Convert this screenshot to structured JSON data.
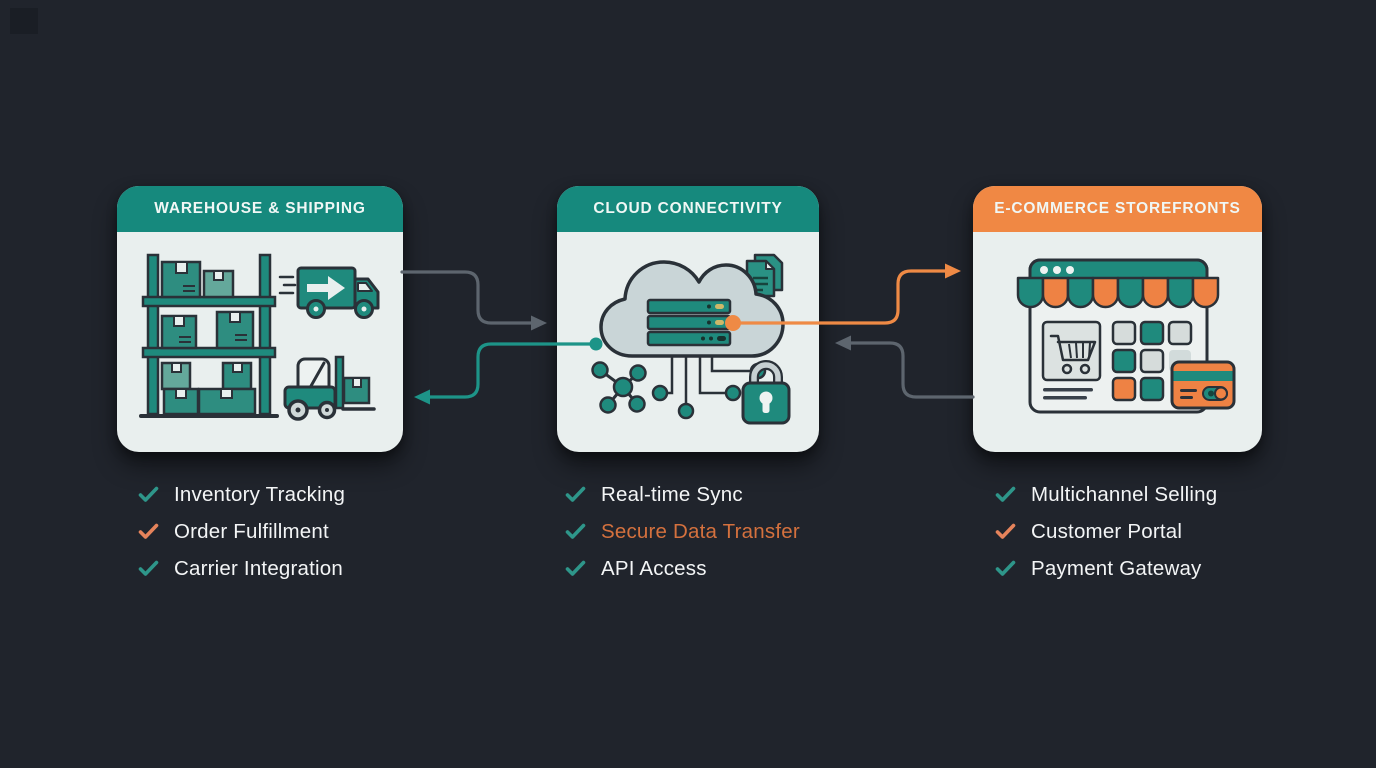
{
  "page": {
    "background": "#20242c"
  },
  "palette": {
    "teal": "#1f8a7d",
    "teal_header": "#16897d",
    "orange_header": "#f08844",
    "card_body": "#e9efee",
    "outline": "#2a3138",
    "text_light": "#f3f5f6",
    "connector_gray": "#5d656e",
    "connector_teal": "#1d9488",
    "connector_orange": "#ef8a45"
  },
  "cards": [
    {
      "title": "WAREHOUSE & SHIPPING",
      "header_color": "#16897d",
      "icons": [
        "warehouse-shelf",
        "delivery-truck",
        "forklift"
      ],
      "features": [
        {
          "label": "Inventory Tracking",
          "check_color": "#2e968a",
          "text_color": "#f3f5f6"
        },
        {
          "label": "Order Fulfillment",
          "check_color": "#e5835b",
          "text_color": "#f3f5f6"
        },
        {
          "label": "Carrier Integration",
          "check_color": "#2e968a",
          "text_color": "#f3f5f6"
        }
      ]
    },
    {
      "title": "CLOUD CONNECTIVITY",
      "header_color": "#16897d",
      "icons": [
        "cloud",
        "server-stack",
        "documents",
        "network-nodes",
        "circuit-traces",
        "padlock"
      ],
      "features": [
        {
          "label": "Real-time Sync",
          "check_color": "#2e968a",
          "text_color": "#f3f5f6"
        },
        {
          "label": "Secure Data Transfer",
          "check_color": "#2e968a",
          "text_color": "#d4713e"
        },
        {
          "label": "API Access",
          "check_color": "#2e968a",
          "text_color": "#f3f5f6"
        }
      ]
    },
    {
      "title": "E-COMMERCE STOREFRONTS",
      "header_color": "#f08844",
      "icons": [
        "storefront-browser",
        "awning",
        "shopping-cart",
        "product-grid",
        "credit-card"
      ],
      "features": [
        {
          "label": "Multichannel Selling",
          "check_color": "#2e968a",
          "text_color": "#f3f5f6"
        },
        {
          "label": "Customer Portal",
          "check_color": "#e5835b",
          "text_color": "#f3f5f6"
        },
        {
          "label": "Payment Gateway",
          "check_color": "#2e968a",
          "text_color": "#f3f5f6"
        }
      ]
    }
  ],
  "connectors": [
    {
      "from": "warehouse-shipping",
      "to": "cloud-connectivity",
      "color": "#5d656e",
      "direction": "right"
    },
    {
      "from": "cloud-connectivity",
      "to": "warehouse-shipping",
      "color": "#1d9488",
      "direction": "left"
    },
    {
      "from": "cloud-connectivity",
      "to": "e-commerce-storefronts",
      "color": "#ef8a45",
      "direction": "right"
    },
    {
      "from": "e-commerce-storefronts",
      "to": "cloud-connectivity",
      "color": "#5d656e",
      "direction": "left"
    }
  ]
}
